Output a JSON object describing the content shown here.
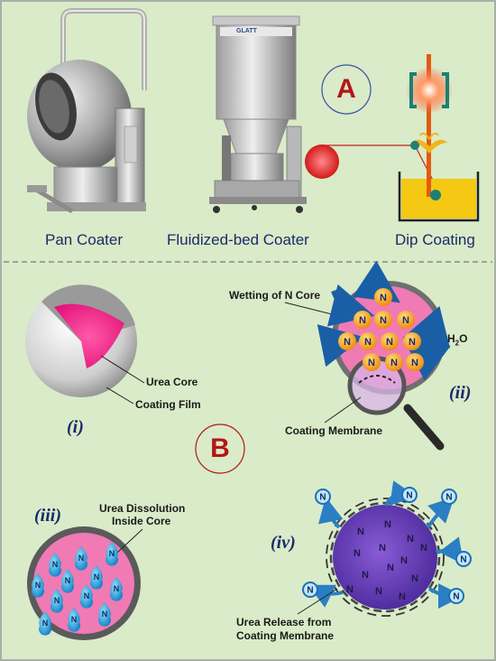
{
  "panel_a": {
    "letter": "A",
    "captions": {
      "pan": "Pan Coater",
      "fluid": "Fluidized-bed Coater",
      "dip": "Dip Coating"
    },
    "fluid_brand": "GLATT"
  },
  "panel_b": {
    "letter": "B",
    "roman": {
      "i": "(i)",
      "ii": "(ii)",
      "iii": "(iii)",
      "iv": "(iv)"
    },
    "labels": {
      "urea_core": "Urea Core",
      "coating_film": "Coating Film",
      "wetting": "Wetting of N Core",
      "h2o_main": "H",
      "h2o_sub": "2",
      "h2o_end": "O",
      "coating_membrane": "Coating Membrane",
      "dissolution_l1": "Urea Dissolution",
      "dissolution_l2": "Inside Core",
      "release_l1": "Urea Release from",
      "release_l2": "Coating Membrane"
    },
    "nutrient_symbol": "N"
  },
  "colors": {
    "background": "#d9ebc8",
    "accent_red": "#b31616",
    "text_navy": "#1b2a6b",
    "core_pink": "#f0157a"
  }
}
